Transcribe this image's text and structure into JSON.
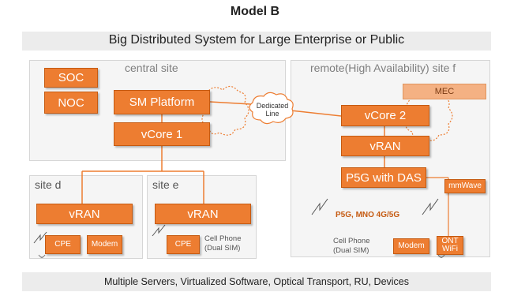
{
  "title": "Model B",
  "header_band": "Big Distributed System for Large Enterprise or Public",
  "footer_band": "Multiple Servers, Virtualized Software, Optical Transport, RU, Devices",
  "central_site": {
    "label": "central site",
    "soc": "SOC",
    "noc": "NOC",
    "sm_platform": "SM Platform",
    "vcore": "vCore 1"
  },
  "site_d": {
    "label": "site d",
    "vran": "vRAN",
    "cpe": "CPE",
    "modem": "Modem"
  },
  "site_e": {
    "label": "site e",
    "vran": "vRAN",
    "cpe": "CPE",
    "cell_phone_line1": "Cell Phone",
    "cell_phone_line2": "(Dual SIM)"
  },
  "remote_site": {
    "label": "remote(High Availability) site f",
    "mec": "MEC",
    "vcore": "vCore 2",
    "vran": "vRAN",
    "p5g": "P5G with DAS",
    "mmwave": "mmWave",
    "p5g_mno": "P5G, MNO 4G/5G",
    "cell_phone_line1": "Cell Phone",
    "cell_phone_line2": "(Dual SIM)",
    "modem": "Modem",
    "ont_line1": "ONT",
    "ont_line2": "WiFi"
  },
  "dedicated_line": {
    "line1": "Dedicated",
    "line2": "Line"
  },
  "colors": {
    "accent": "#ed7d31",
    "accent_border": "#c55a11",
    "mec_fill": "#f4b183",
    "band": "#ececec",
    "region": "#f5f5f5"
  }
}
